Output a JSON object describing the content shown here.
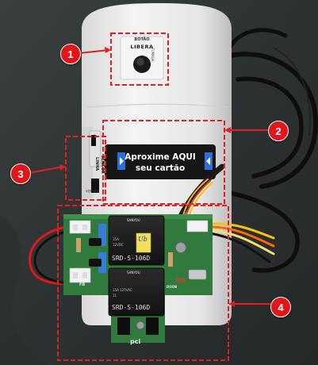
{
  "button": {
    "caption": "BOTÃO",
    "name": "LIBERA",
    "side_label": "TOMADA"
  },
  "sensor": {
    "label_1": "SENSOR",
    "label_2": "LINHA",
    "label_3": "TOMADA"
  },
  "sticker": {
    "line1": "Aproxime AQUI",
    "line2": "seu cartão"
  },
  "relays": [
    {
      "brand": "SANYOU",
      "rating_1": "15A",
      "rating_2": "12VDC",
      "model": "SRD-S-106D"
    },
    {
      "brand": "SANYOU",
      "rating_1": "15A 125VAC",
      "rating_2": "11",
      "model": "SRD-S-106D"
    }
  ],
  "board": {
    "silk_fb": "FB",
    "silk_ipci": "pci",
    "connector_label": "DOOB"
  },
  "handwritten": "Ub",
  "callouts": [
    {
      "number": "1"
    },
    {
      "number": "2"
    },
    {
      "number": "3"
    },
    {
      "number": "4"
    }
  ],
  "colors": {
    "callout_red": "#e0161b",
    "dash_red": "#e02020",
    "pcb_green": "#2f7a3c",
    "housing_white": "#eeeeee",
    "sticker_black": "#161616",
    "sticker_arrow_blue": "#2a6fd6"
  }
}
